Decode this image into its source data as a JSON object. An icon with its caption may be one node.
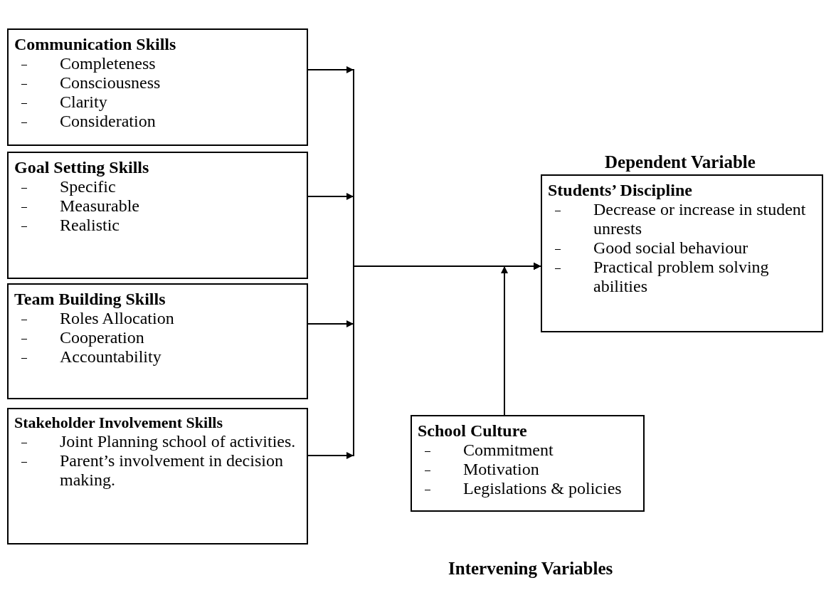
{
  "diagram": {
    "nodes": [
      {
        "text": [
          "Communication Skills",
          "Completeness",
          "Consciousness",
          "Clarity",
          "Consideration"
        ]
      },
      {
        "text": [
          "Goal Setting Skills",
          "Specific",
          "Measurable",
          "Realistic"
        ]
      },
      {
        "text": [
          "Team Building Skills",
          "Roles Allocation",
          "Cooperation",
          "Accountability"
        ]
      },
      {
        "text": [
          "Stakeholder Involvement Skills",
          "Joint Planning school of activities.",
          "Parent’s involvement in decision making."
        ]
      },
      {
        "text": [
          "Students’ Discipline",
          "Decrease or increase in student unrests",
          "Good social behaviour",
          "Practical problem solving abilities"
        ]
      },
      {
        "text": [
          "School Culture",
          "Commitment",
          "Motivation",
          "Legislations & policies"
        ]
      }
    ],
    "edges": [
      {
        "from": 0,
        "to": 4,
        "arrow": "to"
      },
      {
        "from": 1,
        "to": 4,
        "arrow": "to"
      },
      {
        "from": 2,
        "to": 4,
        "arrow": "to"
      },
      {
        "from": 3,
        "to": 4,
        "arrow": "to"
      },
      {
        "from": 5,
        "to": 4,
        "arrow": "to"
      }
    ],
    "labels": [
      "Dependent Variable",
      "Intervening Variables"
    ]
  }
}
